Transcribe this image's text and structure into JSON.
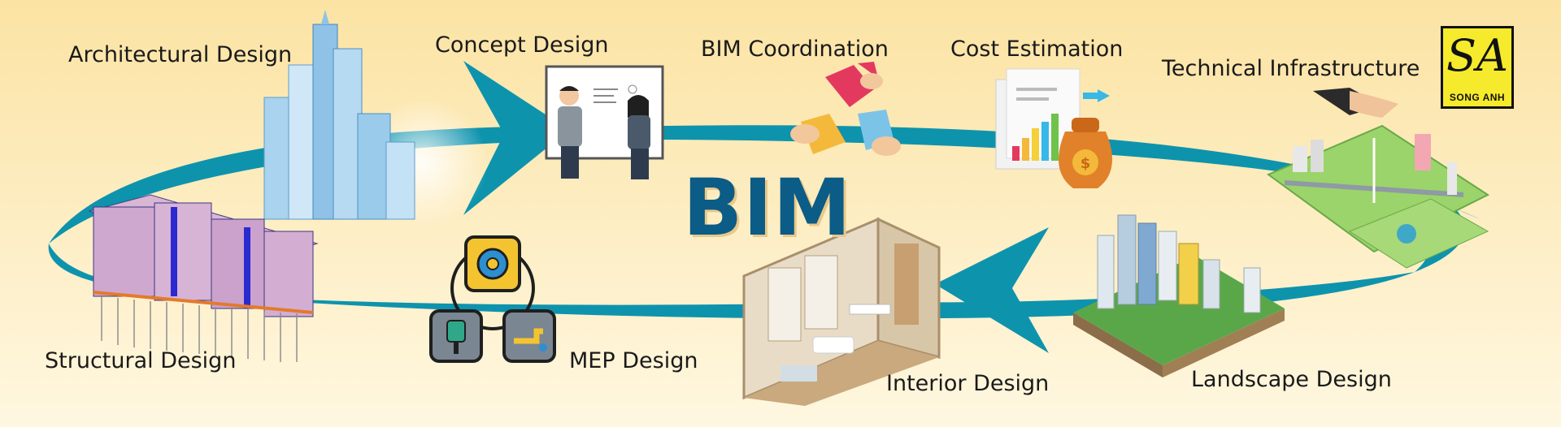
{
  "diagram": {
    "title": "BIM",
    "stages": [
      {
        "id": "architectural",
        "label": "Architectural Design"
      },
      {
        "id": "concept",
        "label": "Concept Design"
      },
      {
        "id": "coordination",
        "label": "BIM Coordination"
      },
      {
        "id": "cost",
        "label": "Cost Estimation"
      },
      {
        "id": "infrastructure",
        "label": "Technical Infrastructure"
      },
      {
        "id": "landscape",
        "label": "Landscape Design"
      },
      {
        "id": "interior",
        "label": "Interior Design"
      },
      {
        "id": "mep",
        "label": "MEP Design"
      },
      {
        "id": "structural",
        "label": "Structural Design"
      }
    ],
    "cost_symbol": "$"
  },
  "logo": {
    "mark": "SA",
    "text": "SONG ANH"
  },
  "colors": {
    "arrow": "#0e93ad",
    "bim_title": "#0b5c86",
    "background_top": "#fbe3a3",
    "background_bottom": "#fef7e0",
    "logo_bg": "#f6ea2c"
  },
  "icons": [
    "skyscraper-icon",
    "whiteboard-meeting-icon",
    "puzzle-hands-icon",
    "cost-chart-moneybag-icon",
    "city-map-icon",
    "landscape-city-icon",
    "interior-room-icon",
    "mep-gear-plug-faucet-icon",
    "structural-building-icon"
  ]
}
